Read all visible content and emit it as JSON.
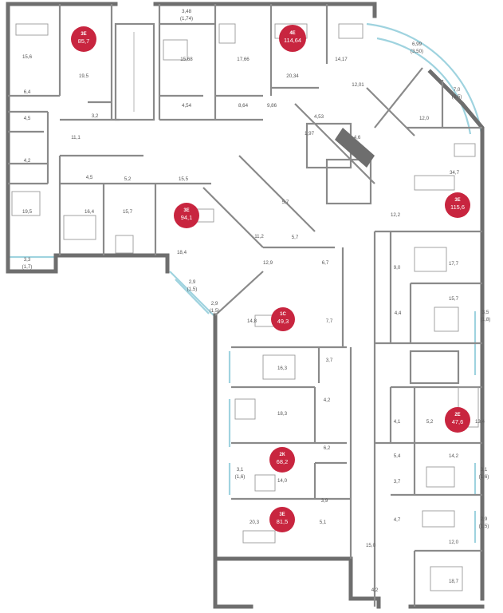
{
  "apartments": [
    {
      "type": "3Е",
      "area": "85,7"
    },
    {
      "type": "4Е",
      "area": "114,64"
    },
    {
      "type": "3Е",
      "area": "94,1"
    },
    {
      "type": "3Е",
      "area": "115,6"
    },
    {
      "type": "1С",
      "area": "49,3"
    },
    {
      "type": "2Е",
      "area": "47,6"
    },
    {
      "type": "2К",
      "area": "68,2"
    },
    {
      "type": "3Е",
      "area": "81,5"
    }
  ],
  "room_areas": [
    "15,6",
    "19,5",
    "6,4",
    "4,5",
    "3,2",
    "11,1",
    "4,2",
    "19,5",
    "3,3",
    "(1,7)",
    "3,48",
    "(1,74)",
    "15,68",
    "17,66",
    "20,34",
    "14,17",
    "6,99",
    "(3,50)",
    "4,54",
    "8,64",
    "9,86",
    "4,53",
    "12,01",
    "7,0",
    "(3,5)",
    "12,0",
    "1,97",
    "4,6",
    "34,7",
    "4,5",
    "5,2",
    "15,5",
    "16,4",
    "15,7",
    "18,4",
    "5,7",
    "11,2",
    "5,7",
    "12,9",
    "6,7",
    "12,2",
    "17,7",
    "9,0",
    "2,9",
    "(1,5)",
    "2,9",
    "(1,5)",
    "14,8",
    "7,7",
    "15,7",
    "4,4",
    "3,5",
    "(1,8)",
    "16,3",
    "3,7",
    "4,2",
    "18,3",
    "4,1",
    "5,2",
    "13,4",
    "6,2",
    "5,4",
    "14,2",
    "3,1",
    "(1,6)",
    "14,0",
    "3,9",
    "3,1",
    "(1,6)",
    "3,7",
    "4,7",
    "2,9",
    "(1,5)",
    "20,3",
    "5,1",
    "12,0",
    "15,0",
    "18,7",
    "4,2"
  ]
}
